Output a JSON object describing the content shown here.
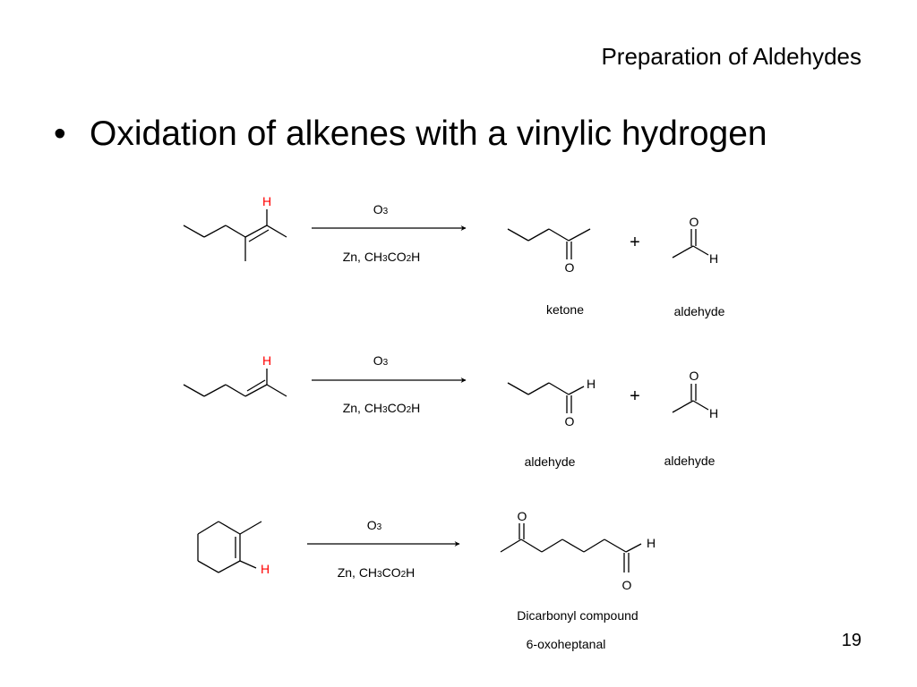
{
  "slide": {
    "title": "Preparation of Aldehydes",
    "bullet_marker": "•",
    "bullet": "Oxidation of alkenes with a vinylic hydrogen",
    "page_number": "19"
  },
  "colors": {
    "text": "#000000",
    "vinylic_hydrogen": "#ff0000"
  },
  "reactions": [
    {
      "reactant_h": "H",
      "reagent_top_main": "O",
      "reagent_top_sub": "3",
      "reagent_bottom": [
        "Zn,  CH",
        "3",
        "CO",
        "2",
        "H"
      ],
      "product1_o": "O",
      "plus": "+",
      "product2_o": "O",
      "product2_h": "H",
      "product1_label": "ketone",
      "product2_label": "aldehyde"
    },
    {
      "reactant_h": "H",
      "reagent_top_main": "O",
      "reagent_top_sub": "3",
      "reagent_bottom": [
        "Zn,  CH",
        "3",
        "CO",
        "2",
        "H"
      ],
      "product1_o": "O",
      "product1_h": "H",
      "plus": "+",
      "product2_o": "O",
      "product2_h": "H",
      "product1_label": "aldehyde",
      "product2_label": "aldehyde"
    },
    {
      "reactant_h": "H",
      "reagent_top_main": "O",
      "reagent_top_sub": "3",
      "reagent_bottom": [
        "Zn,  CH",
        "3",
        "CO",
        "2",
        "H"
      ],
      "product_o_ketone": "O",
      "product_o_aldehyde": "O",
      "product_h": "H",
      "product_label": "Dicarbonyl compound",
      "product_name": "6-oxoheptanal"
    }
  ]
}
